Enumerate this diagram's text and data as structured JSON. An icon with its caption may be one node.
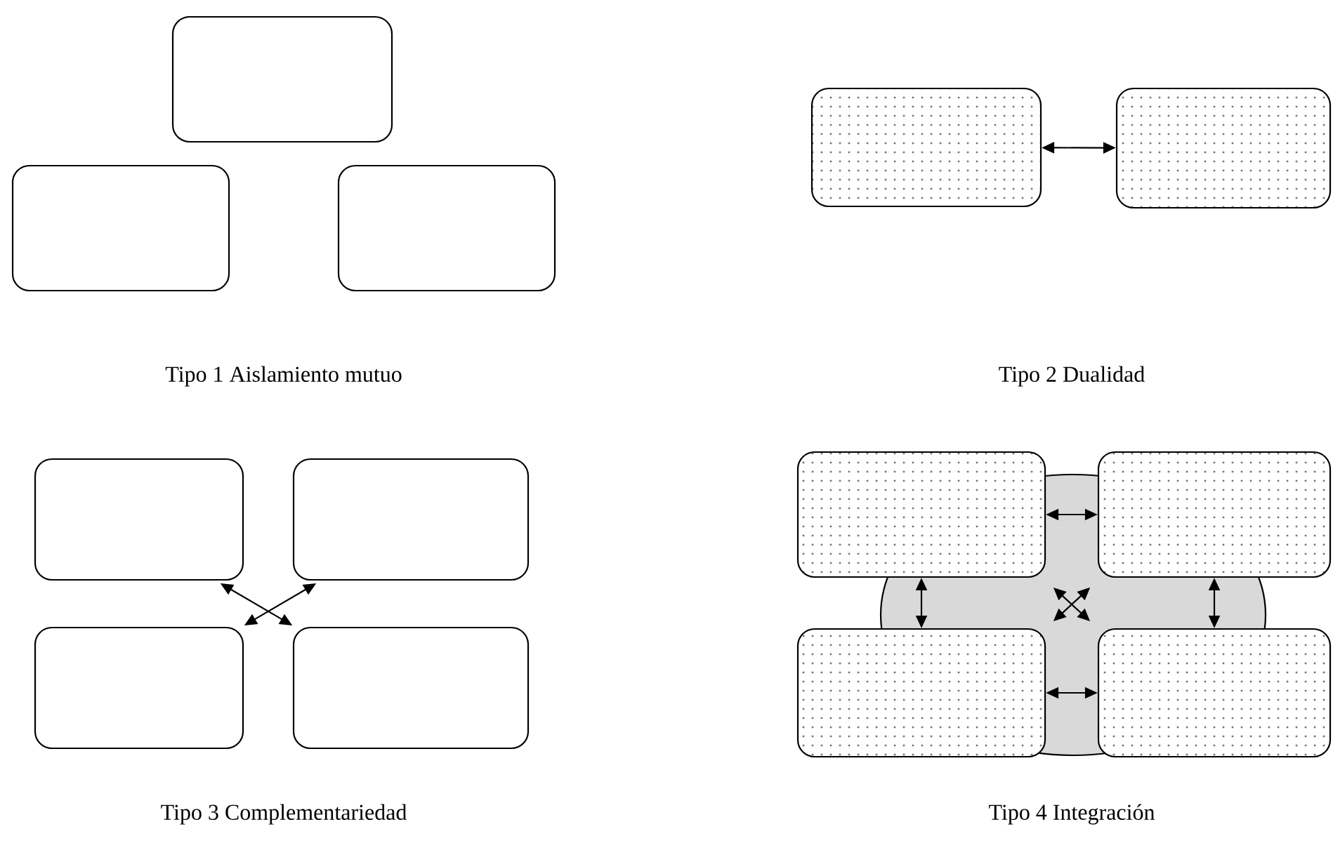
{
  "diagram": {
    "nodes": [
      {
        "text": [],
        "shape": "box"
      },
      {
        "text": [],
        "shape": "box"
      },
      {
        "text": [],
        "shape": "box"
      },
      {
        "text": [],
        "shape": "box"
      },
      {
        "text": [],
        "shape": "box"
      },
      {
        "text": [],
        "shape": "box"
      },
      {
        "text": [],
        "shape": "box"
      },
      {
        "text": [],
        "shape": "box"
      },
      {
        "text": [],
        "shape": "box"
      },
      {
        "text": [],
        "shape": "box"
      },
      {
        "text": [],
        "shape": "box"
      },
      {
        "text": [],
        "shape": "box"
      },
      {
        "text": [],
        "shape": "box"
      }
    ],
    "edges": [
      {
        "from": 3,
        "to": 4,
        "arrow": "both"
      },
      {
        "from": 5,
        "to": 8,
        "arrow": "both"
      },
      {
        "from": 6,
        "to": 7,
        "arrow": "both"
      },
      {
        "from": 9,
        "to": 10,
        "arrow": "both"
      },
      {
        "from": 9,
        "to": 11,
        "arrow": "both"
      },
      {
        "from": 10,
        "to": 12,
        "arrow": "both"
      },
      {
        "from": 9,
        "to": 12,
        "arrow": "both"
      },
      {
        "from": 10,
        "to": 11,
        "arrow": "both"
      },
      {
        "from": 11,
        "to": 12,
        "arrow": "both"
      }
    ],
    "labels": [
      "Tipo 1 Aislamiento mutuo",
      "Tipo 2 Dualidad",
      "Tipo 3 Complementariedad",
      "Tipo 4 Integración"
    ]
  }
}
